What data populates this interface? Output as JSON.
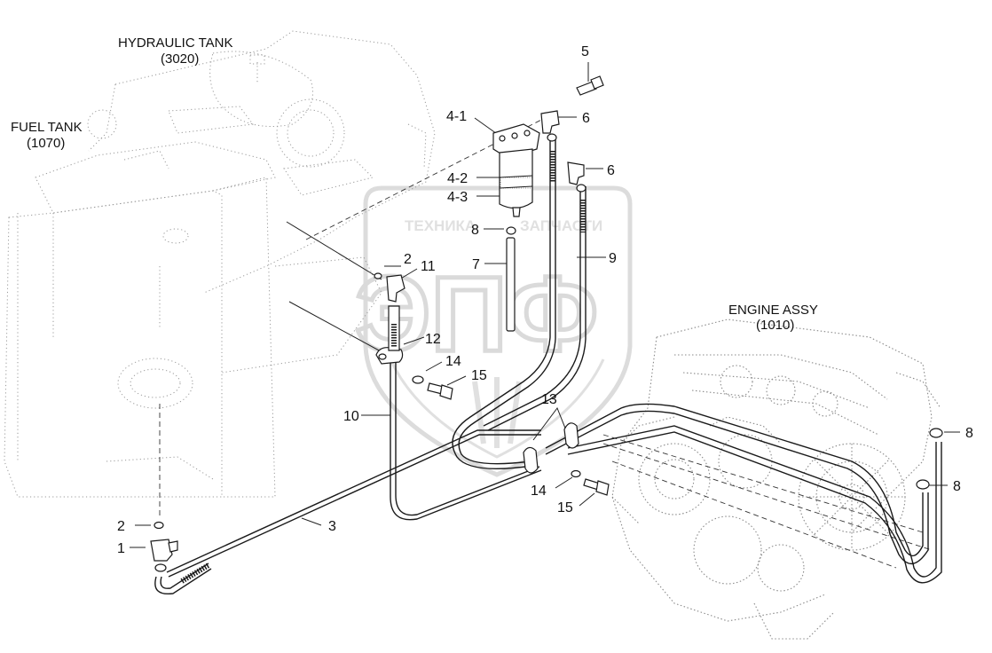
{
  "labels": {
    "hydraulic_tank": "HYDRAULIC TANK",
    "hydraulic_tank_code": "(3020)",
    "fuel_tank": "FUEL TANK",
    "fuel_tank_code": "(1070)",
    "engine_assy": "ENGINE ASSY",
    "engine_assy_code": "(1010)"
  },
  "callouts": {
    "c5": "5",
    "c6a": "6",
    "c6b": "6",
    "c4_1": "4-1",
    "c4_2": "4-2",
    "c4_3": "4-3",
    "c8a": "8",
    "c7": "7",
    "c9": "9",
    "c2a": "2",
    "c11": "11",
    "c12": "12",
    "c14a": "14",
    "c15a": "15",
    "c10": "10",
    "c13": "13",
    "c14b": "14",
    "c15b": "15",
    "c3": "3",
    "c2b": "2",
    "c1": "1",
    "c8b": "8",
    "c8c": "8"
  },
  "watermark": {
    "top": "ТЕХНИКА",
    "top2": "ЗАПЧАСТИ",
    "main": "ЭПФ"
  },
  "colors": {
    "line": "#1a1a1a",
    "hidden_dots": "#9a9a9a",
    "watermark": "#c8c8c8"
  }
}
